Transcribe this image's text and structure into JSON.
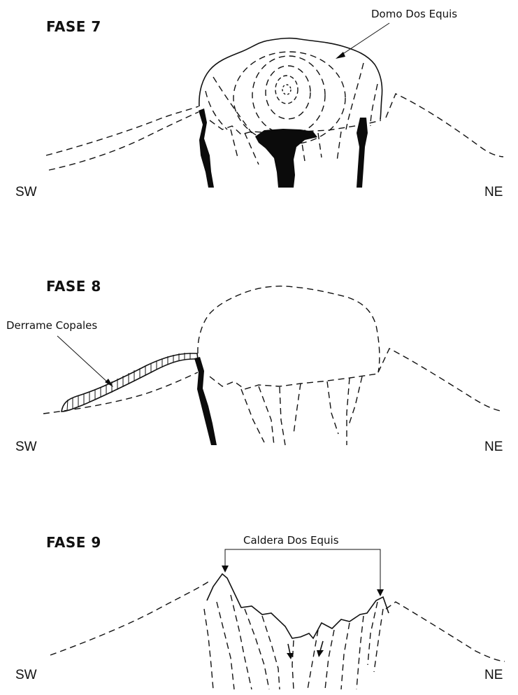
{
  "phases": [
    {
      "title": "FASE 7",
      "annotation": "Domo Dos Equis",
      "left": "SW",
      "right": "NE"
    },
    {
      "title": "FASE 8",
      "annotation": "Derrame Copales",
      "left": "SW",
      "right": "NE"
    },
    {
      "title": "FASE 9",
      "annotation": "Caldera Dos Equis",
      "left": "SW",
      "right": "NE"
    }
  ]
}
